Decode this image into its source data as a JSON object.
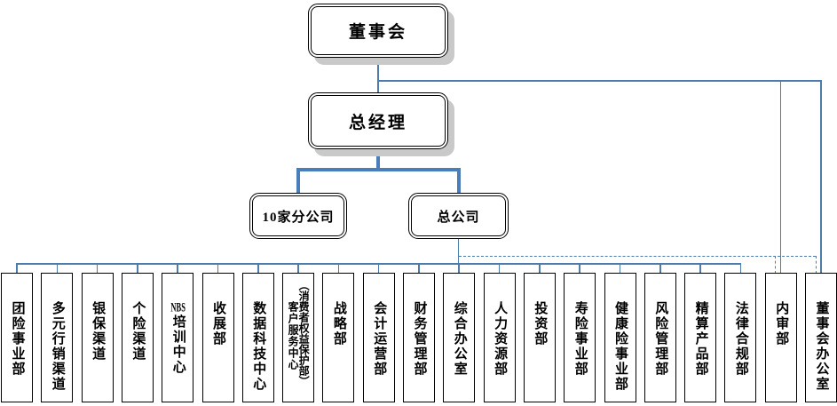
{
  "chart": {
    "type": "org-chart",
    "nodes": {
      "board": {
        "label": "董事会"
      },
      "gm": {
        "label": "总经理"
      },
      "branches": {
        "label": "10家分公司"
      },
      "hq": {
        "label": "总公司"
      }
    },
    "departments": [
      {
        "label": "团险事业部"
      },
      {
        "label": "多元行销渠道"
      },
      {
        "label": "银保渠道"
      },
      {
        "label": "个险渠道"
      },
      {
        "label": "NBS培训中心"
      },
      {
        "label": "收展部"
      },
      {
        "label": "数据科技中心"
      },
      {
        "label": "客户服务中心（消费者权益保护部）",
        "columns": [
          "客户服务中心",
          "（消费者权益保护部）"
        ]
      },
      {
        "label": "战略部"
      },
      {
        "label": "会计运营部"
      },
      {
        "label": "财务管理部"
      },
      {
        "label": "综合办公室"
      },
      {
        "label": "人力资源部"
      },
      {
        "label": "投资部"
      },
      {
        "label": "寿险事业部"
      },
      {
        "label": "健康险事业部"
      },
      {
        "label": "风险管理部"
      },
      {
        "label": "精算产品部"
      },
      {
        "label": "法律合规部"
      },
      {
        "label": "内审部",
        "reporting": "dual"
      },
      {
        "label": "董事会办公室",
        "reporting": "dual"
      }
    ],
    "colors": {
      "line": "#4d7bac",
      "thick_line": "#4a7ebb",
      "box_border": "#000000",
      "box_fill": "#ffffff",
      "shadow": "#c9c9c9",
      "text": "#000000"
    }
  }
}
